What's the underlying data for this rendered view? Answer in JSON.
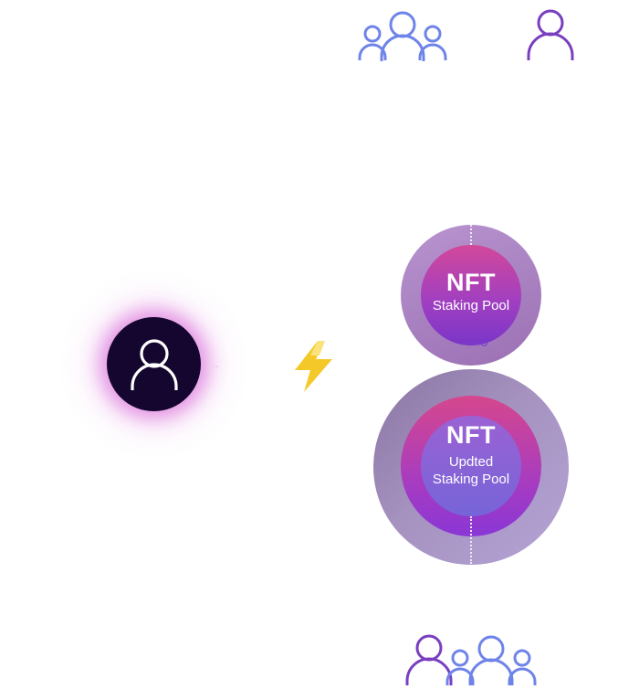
{
  "nodes": {
    "top_pool": {
      "title": "NFT",
      "subtitle": "Staking Pool"
    },
    "bottom_pool": {
      "title": "NFT",
      "subtitle_line1": "Updted",
      "subtitle_line2": "Staking Pool"
    }
  },
  "icons": {
    "top_group": "users-group-icon",
    "top_single": "user-icon",
    "center_user": "user-icon",
    "bolt": "lightning-bolt-icon",
    "bottom_group": "users-group-icon"
  },
  "colors": {
    "user_node": "#14062e",
    "glow": "#d65cd6",
    "blue_user": "#6f84e8",
    "purple_user": "#7a3fc0",
    "bolt": "#f5c829"
  }
}
